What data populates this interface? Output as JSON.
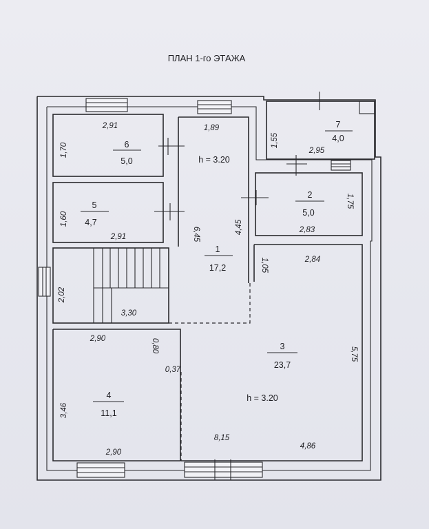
{
  "title": "ПЛАН 1-го ЭТАЖА",
  "rooms": [
    {
      "id": "1",
      "num": "1",
      "area": "17,2"
    },
    {
      "id": "2",
      "num": "2",
      "area": "5,0"
    },
    {
      "id": "3",
      "num": "3",
      "area": "23,7"
    },
    {
      "id": "4",
      "num": "4",
      "area": "11,1"
    },
    {
      "id": "5",
      "num": "5",
      "area": "4,7"
    },
    {
      "id": "6",
      "num": "6",
      "area": "5,0"
    },
    {
      "id": "7",
      "num": "7",
      "area": "4,0"
    }
  ],
  "heights": {
    "hall": "h = 3.20",
    "living": "h = 3.20"
  },
  "dimensions": {
    "r6_width": "2,91",
    "r6_height": "1,70",
    "r5_width": "2,91",
    "r5_height": "1,60",
    "hall_width": "1,89",
    "hall_length": "6,45",
    "hall_inner": "4,45",
    "r7_width": "2,95",
    "r7_height": "1,55",
    "r2_width": "2,83",
    "r2_height": "1,75",
    "stair_height": "2,02",
    "stair_width": "3,30",
    "niche": "1,05",
    "r3_top": "2,84",
    "r3_height": "5,75",
    "r3_length": "8,15",
    "r3_bottom": "4,86",
    "r4_top": "2,90",
    "r4_bottom": "2,90",
    "r4_height": "3,46",
    "r4_step": "0,80",
    "r4_offset": "0,37"
  }
}
